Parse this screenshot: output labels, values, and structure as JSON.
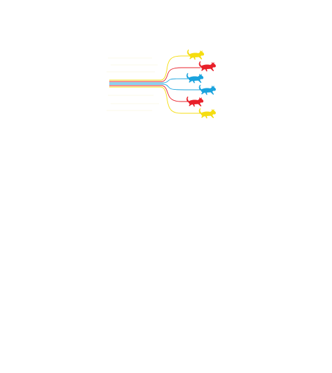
{
  "illustration": {
    "description_hidden": "",
    "palette": {
      "yellow": "#f5dd10",
      "red": "#e8202a",
      "blue": "#1aa3de",
      "bg": "#ffffff"
    },
    "cats": [
      {
        "color": "yellow",
        "icon": "running-cat-icon"
      },
      {
        "color": "red",
        "icon": "running-cat-icon"
      },
      {
        "color": "blue",
        "icon": "running-cat-icon"
      },
      {
        "color": "blue",
        "icon": "running-cat-icon"
      },
      {
        "color": "red",
        "icon": "running-cat-icon"
      },
      {
        "color": "yellow",
        "icon": "running-cat-icon"
      }
    ]
  }
}
